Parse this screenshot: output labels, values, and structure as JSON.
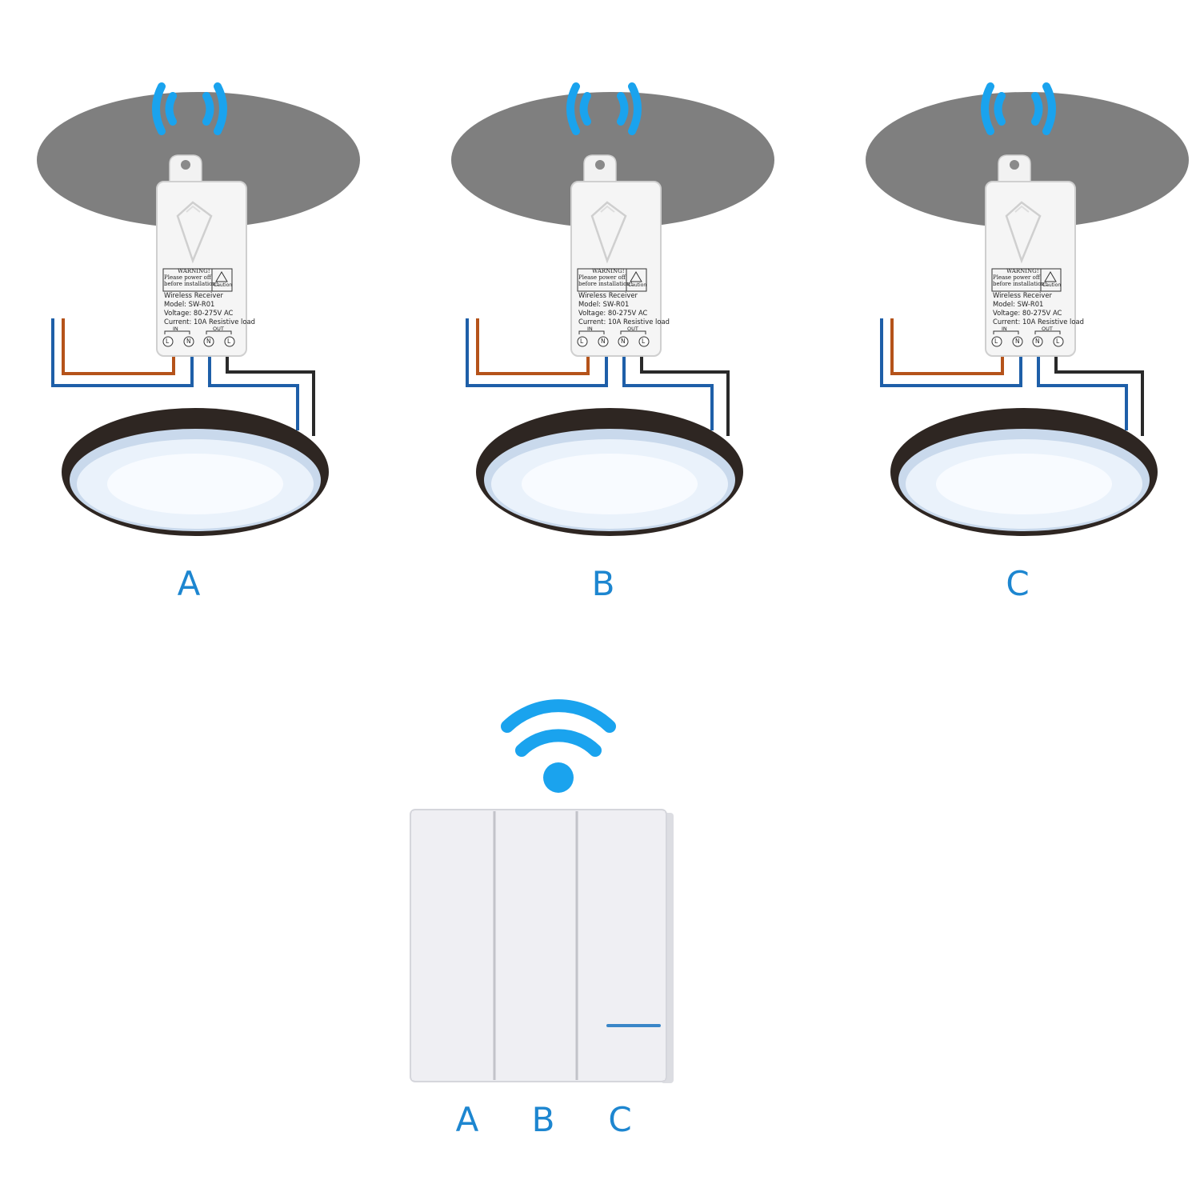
{
  "receiver": {
    "warning_title": "WARNING!",
    "warning_line1": "Please power off",
    "warning_line2": "before installation!",
    "caution": "Caution",
    "name": "Wireless Receiver",
    "model": "Model: SW-R01",
    "voltage": "Voltage: 80-275V AC",
    "current": "Current: 10A Resistive load",
    "in_label": "IN",
    "out_label": "OUT",
    "terminals": [
      "L",
      "N",
      "N",
      "L"
    ]
  },
  "units": [
    {
      "letter": "A"
    },
    {
      "letter": "B"
    },
    {
      "letter": "C"
    }
  ],
  "switch": {
    "keys": [
      "A",
      "B",
      "C"
    ]
  },
  "colors": {
    "accent": "#1d86d0",
    "signal": "#1aa3ee",
    "ceiling": "#7f7f7f",
    "wire_brown": "#b5531a",
    "wire_blue": "#1e5fa8",
    "wire_black": "#2a2a2a"
  }
}
